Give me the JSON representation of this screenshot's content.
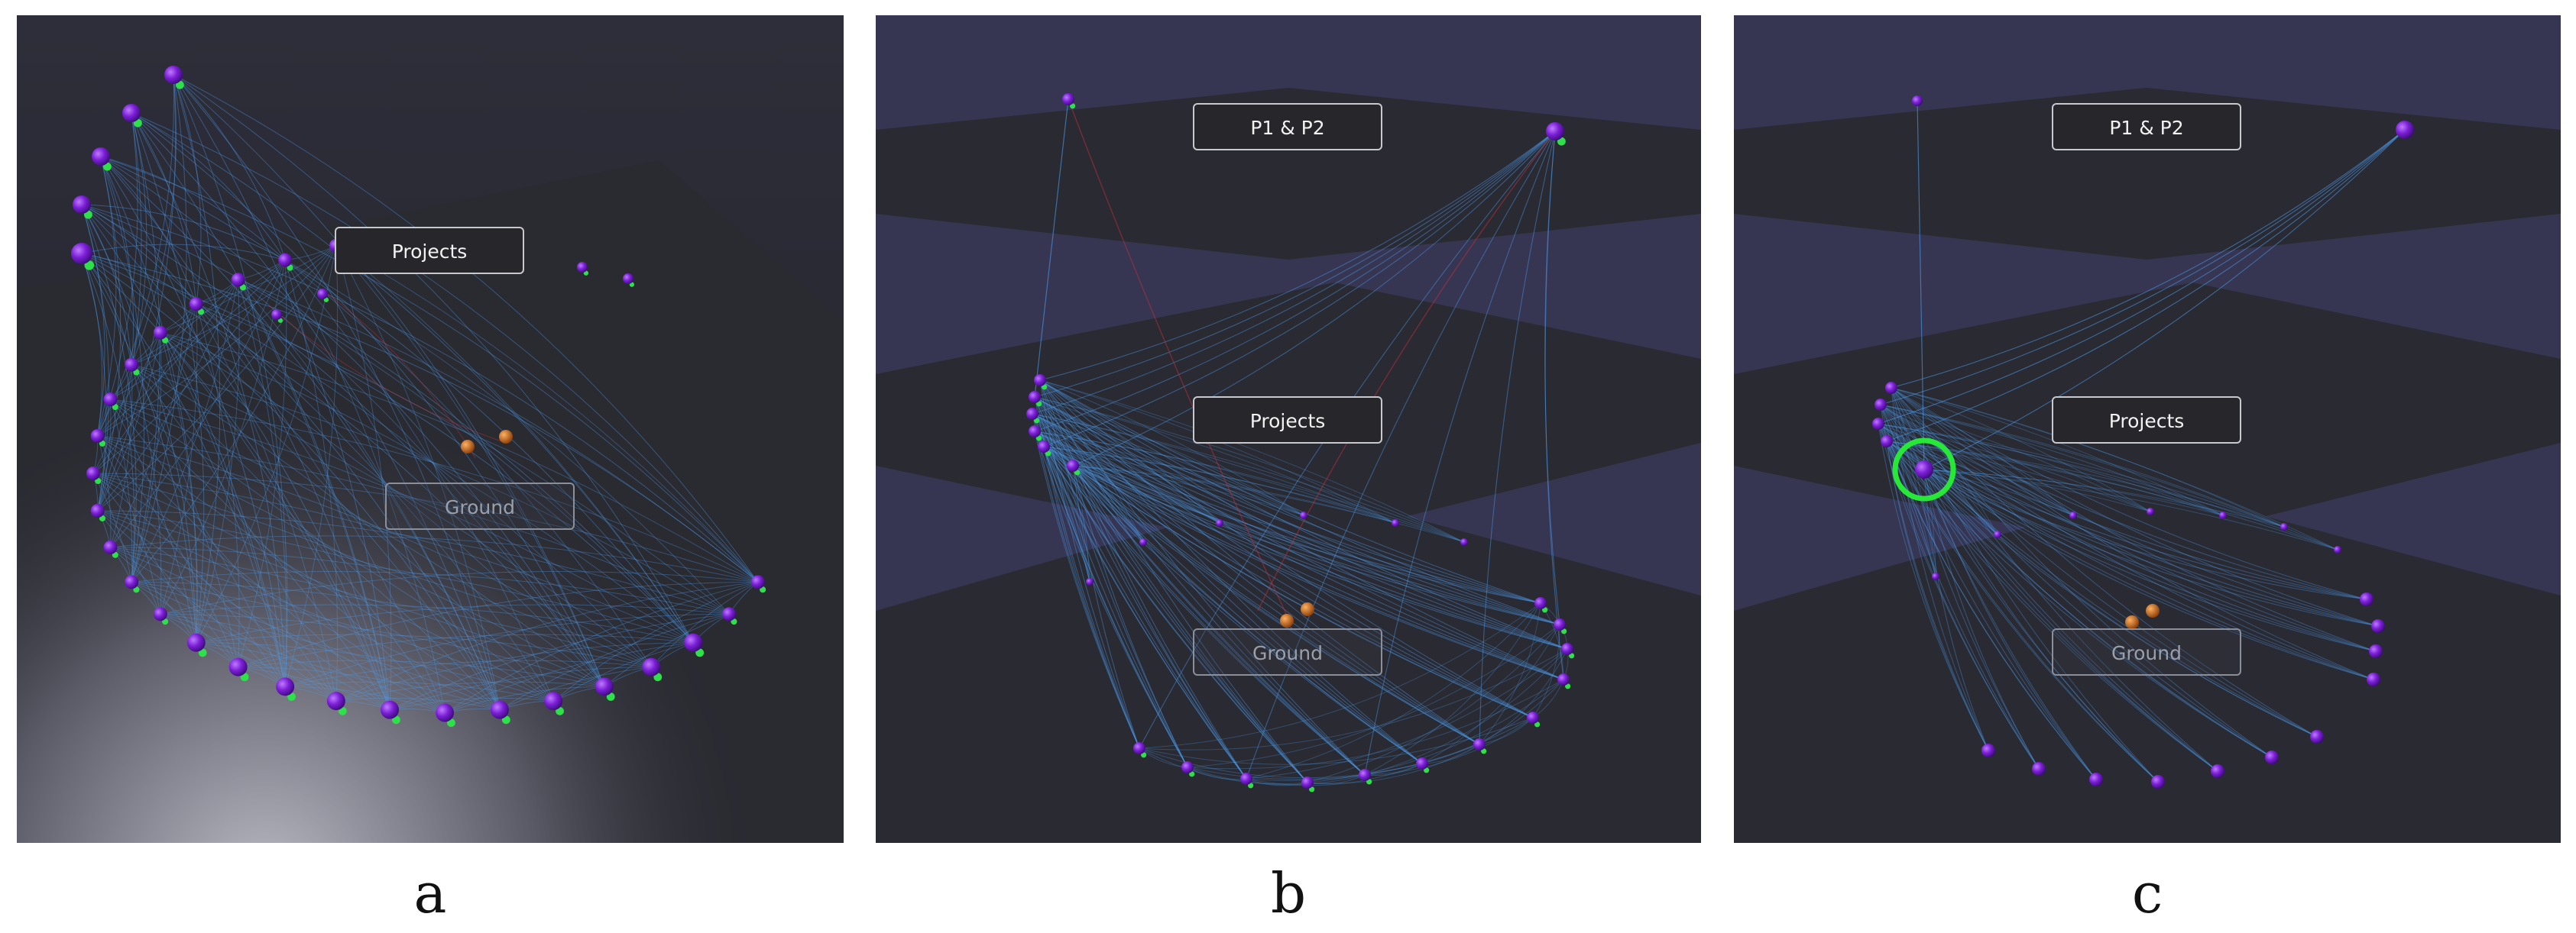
{
  "panels": [
    {
      "id": "a",
      "caption": "a",
      "labels": {
        "projects": "Projects",
        "ground": "Ground"
      }
    },
    {
      "id": "b",
      "caption": "b",
      "labels": {
        "top": "P1 & P2",
        "projects": "Projects",
        "ground": "Ground"
      }
    },
    {
      "id": "c",
      "caption": "c",
      "labels": {
        "top": "P1 & P2",
        "projects": "Projects",
        "ground": "Ground"
      }
    }
  ],
  "colors": {
    "edge": "#4d9ef0",
    "edge_red": "#c0303a",
    "node": "#7b1fd6",
    "node_green": "#2ee04a",
    "highlight_ring": "#27e838",
    "orange_node": "#d8761e",
    "bg_a": "#2b2b36",
    "bg_bc": "#343450",
    "floor": "#28282e"
  }
}
